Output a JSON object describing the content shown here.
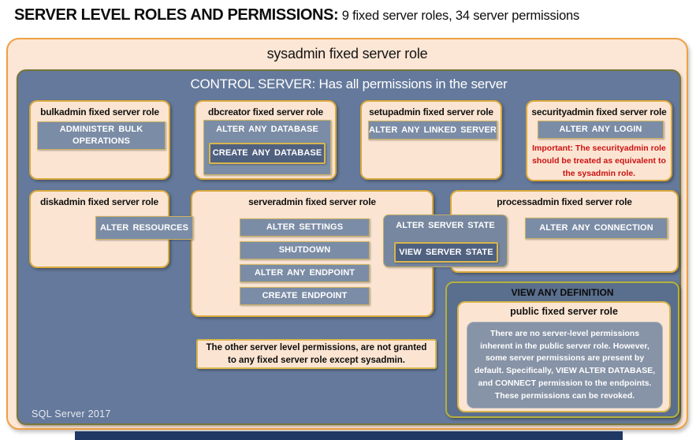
{
  "title": {
    "main": "SERVER LEVEL ROLES AND PERMISSIONS:",
    "sub": "9 fixed server roles, 34 server permissions"
  },
  "sysadmin": {
    "label": "sysadmin fixed server role"
  },
  "control": {
    "label": "CONTROL SERVER: Has all permissions in the server"
  },
  "roles": [
    {
      "id": "bulkadmin",
      "title": "bulkadmin fixed server role",
      "perm": "ADMINISTER BULK OPERATIONS"
    },
    {
      "id": "dbcreator",
      "title": "dbcreator fixed server role",
      "perm_outer": "ALTER ANY DATABASE",
      "perm_inner": "CREATE ANY DATABASE"
    },
    {
      "id": "setupadmin",
      "title": "setupadmin fixed server role",
      "perm": "ALTER ANY LINKED SERVER"
    },
    {
      "id": "securityadmin",
      "title": "securityadmin fixed server role",
      "perm": "ALTER ANY LOGIN",
      "warning": "Important: The securityadmin role should be treated as equivalent to the sysadmin role."
    },
    {
      "id": "diskadmin",
      "title": "diskadmin fixed server role",
      "perm": "ALTER RESOURCES"
    },
    {
      "id": "serveradmin",
      "title": "serveradmin fixed server role",
      "perms": [
        "ALTER SETTINGS",
        "SHUTDOWN",
        "ALTER ANY ENDPOINT",
        "CREATE ENDPOINT"
      ]
    },
    {
      "id": "processadmin",
      "title": "processadmin fixed server role",
      "perm": "ALTER ANY CONNECTION"
    }
  ],
  "server_state": {
    "outer": "ALTER SERVER STATE",
    "inner": "VIEW SERVER STATE"
  },
  "vad": {
    "title": "VIEW ANY DEFINITION",
    "public": {
      "title": "public fixed server role",
      "text": "There are no server-level permissions inherent in the public server role. However, some server permissions are present by default. Specifically, VIEW ALTER DATABASE, and CONNECT permission to the endpoints. These permissions can be revoked."
    }
  },
  "note": {
    "text": "The other server level permissions, are not granted to any fixed server role except sysadmin."
  },
  "footer": {
    "version": "SQL Server 2017"
  },
  "colors": {
    "outer_fill": "#fce6d5",
    "outer_border": "#efa143",
    "role_fill": "#fbe5d2",
    "role_border": "#d9a83c",
    "control_fill": "#64799b",
    "button_fill": "#7b8ca6",
    "button_dark_fill": "#506180",
    "gold_border": "#d9b64e",
    "warning_red": "#cc1111",
    "vad_border": "#b5b13a",
    "desc_fill": "#8793a6",
    "bottom_bar": "#1f3864"
  }
}
